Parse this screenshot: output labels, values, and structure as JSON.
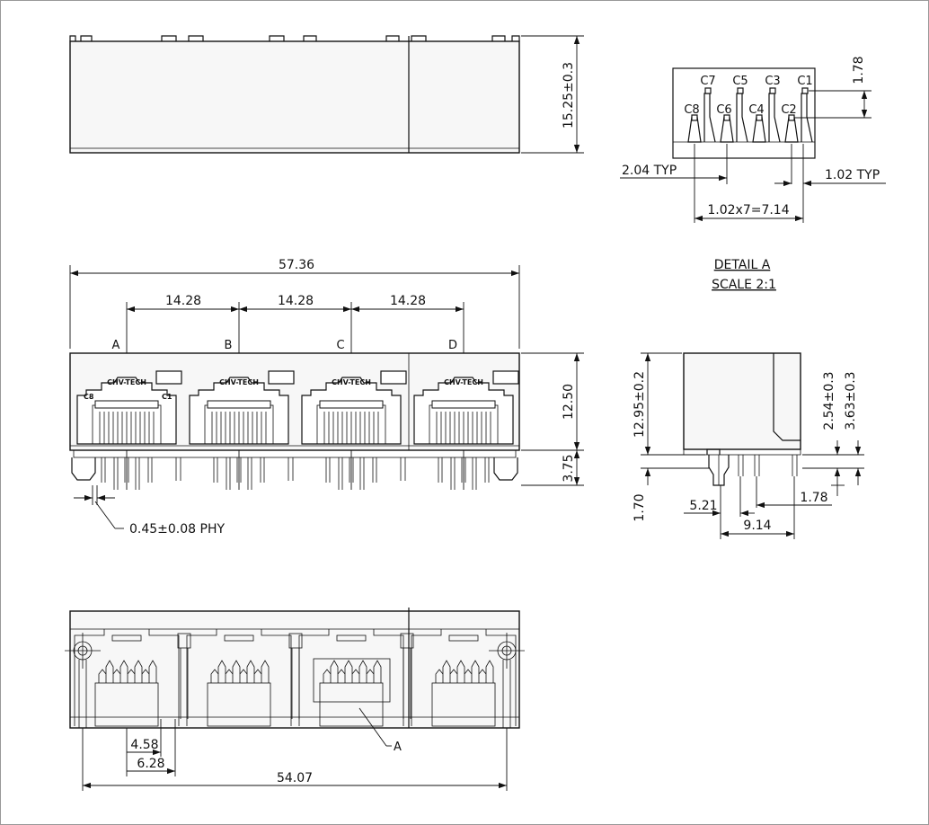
{
  "dimensions": {
    "height_top": "15.25±0.3",
    "overall_width": "57.36",
    "pitch": "14.28",
    "front_height": "12.50",
    "pin_length": "3.75",
    "pin_dia": "0.45±0.08 PHY",
    "side_height": "12.95±0.2",
    "side_offset_1": "2.54±0.3",
    "side_offset_2": "3.63±0.3",
    "side_standoff": "1.70",
    "side_pin_a": "5.21",
    "side_pin_b": "9.14",
    "side_pin_c": "1.78",
    "detail_row": "1.78",
    "detail_typ_left": "2.04 TYP",
    "detail_typ_right": "1.02 TYP",
    "detail_span": "1.02x7=7.14",
    "bottom_a": "4.58",
    "bottom_b": "6.28",
    "bottom_width": "54.07"
  },
  "ports": [
    "A",
    "B",
    "C",
    "D"
  ],
  "brand": "CHV-TECH",
  "contacts": {
    "top": [
      "C7",
      "C5",
      "C3",
      "C1"
    ],
    "bottom": [
      "C8",
      "C6",
      "C4",
      "C2"
    ],
    "left_edge": "C8",
    "right_edge": "C1"
  },
  "detail": {
    "title": "DETAIL A",
    "scale": "SCALE 2:1",
    "callout": "A"
  }
}
